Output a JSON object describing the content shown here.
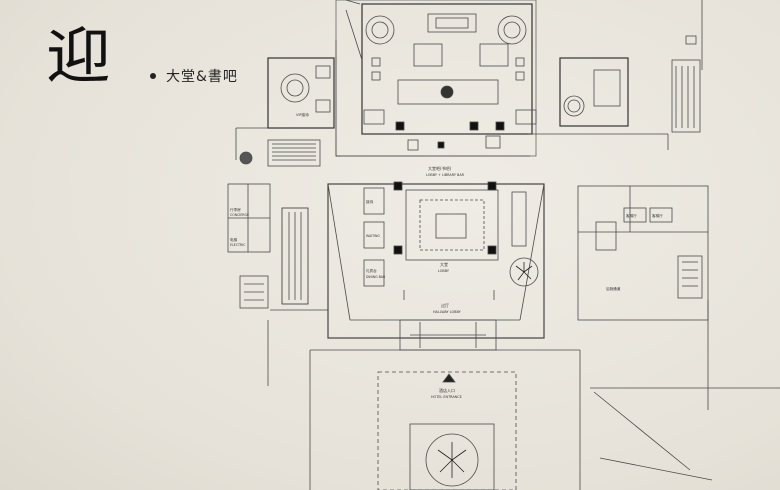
{
  "heading": {
    "title_char": "迎",
    "subtitle": "大堂&書吧"
  },
  "plan_labels": {
    "lobby_lounge_bar": "大堂吧(书吧)",
    "lobby_lounge_bar_en": "LOBBY + LIBRARY BAR",
    "lobby": "大堂",
    "lobby_en": "LOBBY",
    "hallway_lobby": "过厅",
    "hallway_lobby_en": "HALLWAY LOBBY",
    "hotel_entrance": "酒店入口",
    "hotel_entrance_en": "HOTEL ENTRANCE",
    "reception": "接待",
    "waiting": "WAITING",
    "dining": "礼宾台",
    "dining_en": "DINING BAR",
    "concierge": "行李房",
    "concierge_en": "CONCIERGE",
    "electric": "电梯",
    "electric_en": "ELECTRIC",
    "lift_a": "客梯厅",
    "lift_b": "客梯厅",
    "business": "后勤通道",
    "vip_room": "VIP接待"
  },
  "colors": {
    "line": "#4a4a4a",
    "wall": "#2b2b2b",
    "paper": "#e9e6de"
  }
}
